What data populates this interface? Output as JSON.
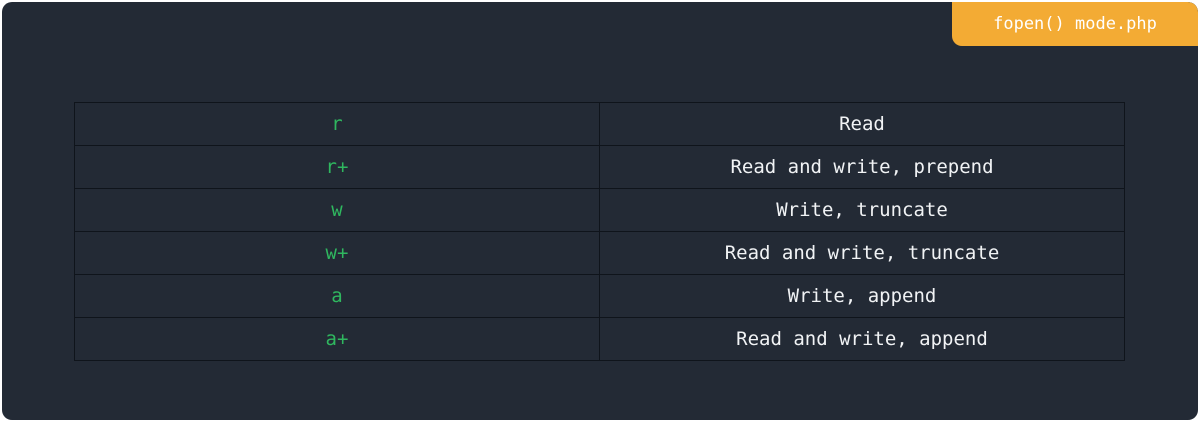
{
  "header": {
    "file_tab": "fopen() mode.php"
  },
  "colors": {
    "background": "#232a35",
    "tab": "#f3ab34",
    "mode_text": "#2fb75f",
    "desc_text": "#f1f3f5",
    "border": "#0f141b"
  },
  "table": {
    "rows": [
      {
        "mode": "r",
        "description": "Read"
      },
      {
        "mode": "r+",
        "description": "Read and write, prepend"
      },
      {
        "mode": "w",
        "description": "Write, truncate"
      },
      {
        "mode": "w+",
        "description": "Read and write, truncate"
      },
      {
        "mode": "a",
        "description": "Write, append"
      },
      {
        "mode": "a+",
        "description": "Read and write, append"
      }
    ]
  }
}
